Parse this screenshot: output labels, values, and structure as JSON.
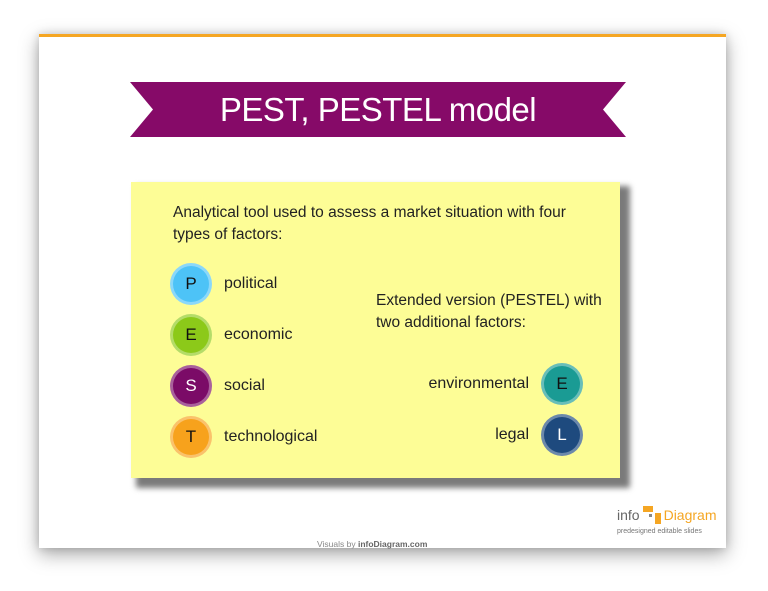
{
  "title": "PEST, PESTEL model",
  "intro": "Analytical tool used to assess a market situation with four types of factors:",
  "pest_factors": [
    {
      "letter": "P",
      "label": "political",
      "color": "#4dc3f7",
      "text_color": "#111111"
    },
    {
      "letter": "E",
      "label": "economic",
      "color": "#8cc919",
      "text_color": "#111111"
    },
    {
      "letter": "S",
      "label": "social",
      "color": "#7b0b67",
      "text_color": "#ffffff"
    },
    {
      "letter": "T",
      "label": "technological",
      "color": "#f7a21c",
      "text_color": "#111111"
    }
  ],
  "extended_text": "Extended version (PESTEL) with two additional factors:",
  "extended_factors": [
    {
      "letter": "E",
      "label": "environmental",
      "color": "#1a9b94",
      "text_color": "#111111"
    },
    {
      "letter": "L",
      "label": "legal",
      "color": "#1e4a7e",
      "text_color": "#ffffff"
    }
  ],
  "colors": {
    "ribbon": "#860a68",
    "note": "#fdfd96",
    "accent": "#f5a623"
  },
  "logo": {
    "info": "info",
    "diagram": "Diagram",
    "tagline": "predesigned editable slides"
  },
  "credit": {
    "prefix": "Visuals by ",
    "brand": "infoDiagram.com"
  }
}
